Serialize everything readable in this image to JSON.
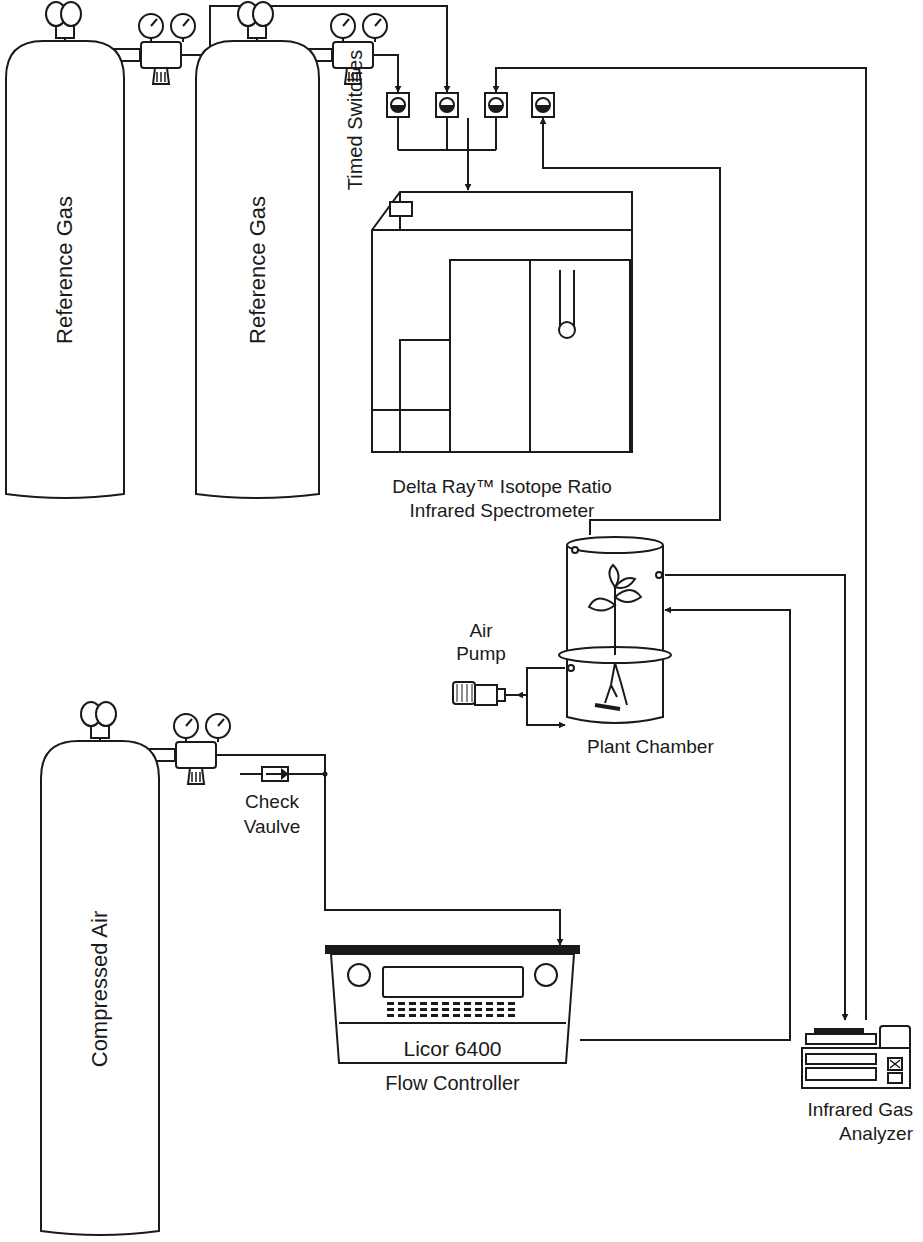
{
  "diagram": {
    "nodes": [
      {
        "text": [
          "Reference Gas"
        ]
      },
      {
        "text": [
          "Reference Gas"
        ]
      },
      {
        "text": [
          "Timed Switches"
        ]
      },
      {
        "text": [
          "Delta Ray™ Isotope Ratio Infrared Spectrometer"
        ]
      },
      {
        "text": [
          "Compressed Air"
        ]
      },
      {
        "text": [
          "Air Pump"
        ]
      },
      {
        "text": [
          "Plant Chamber"
        ]
      },
      {
        "text": [
          "Licor 6400",
          "Flow Controller"
        ]
      },
      {
        "text": [
          "Infrared Gas Analyzer"
        ]
      }
    ],
    "edges": [
      {
        "from": 0,
        "to": 2,
        "arrow": "to"
      },
      {
        "from": 1,
        "to": 2,
        "arrow": "to"
      },
      {
        "from": 2,
        "to": 3,
        "arrow": "to"
      },
      {
        "from": 4,
        "to": 7,
        "arrow": "to"
      },
      {
        "from": 7,
        "to": 6,
        "arrow": "to"
      },
      {
        "from": 6,
        "to": 8,
        "arrow": "to"
      },
      {
        "from": 8,
        "to": 2,
        "arrow": "to"
      },
      {
        "from": 6,
        "to": 2,
        "arrow": "to"
      },
      {
        "from": 6,
        "to": 5,
        "arrow": "to"
      },
      {
        "from": 5,
        "to": 6,
        "arrow": "to"
      }
    ],
    "labels": [
      "Check Vaulve"
    ]
  }
}
